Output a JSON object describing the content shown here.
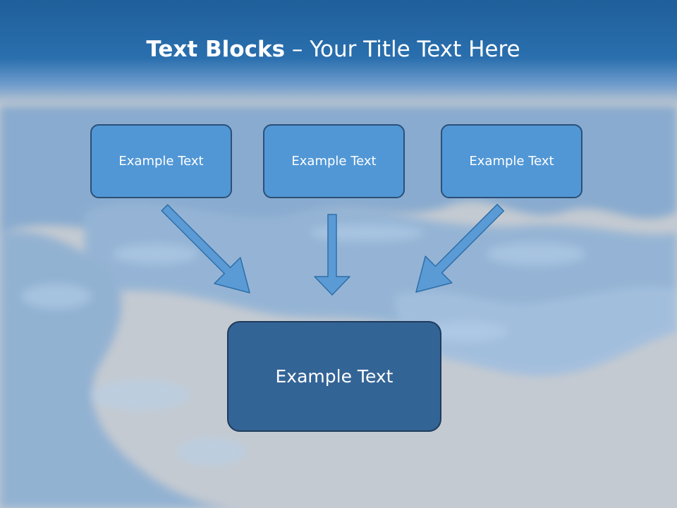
{
  "slide": {
    "title": {
      "bold": "Text Blocks",
      "separator": " – ",
      "rest": "Your Title Text Here"
    },
    "top_boxes": [
      {
        "label": "Example Text"
      },
      {
        "label": "Example Text"
      },
      {
        "label": "Example Text"
      }
    ],
    "bottom_box": {
      "label": "Example Text"
    }
  },
  "colors": {
    "header": "#2a6fae",
    "top_box_fill": "#5197d6",
    "bottom_box_fill": "#336496",
    "arrow_fill": "#5b9bd5",
    "background": "#c3c9d0"
  },
  "icons": [
    "arrow-down-right-icon",
    "arrow-down-icon",
    "arrow-down-left-icon"
  ]
}
